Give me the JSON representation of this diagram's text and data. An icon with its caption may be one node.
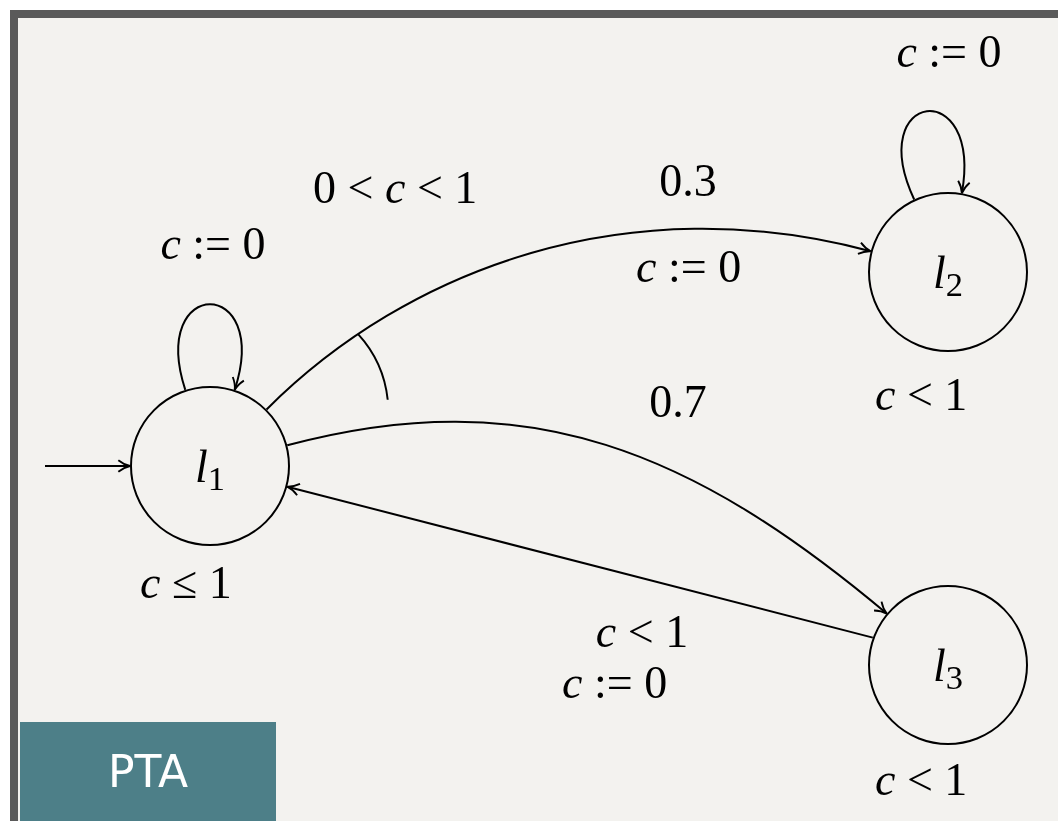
{
  "diagram": {
    "nodes": [
      {
        "text": [
          "*l*$_{1}$"
        ],
        "beside": [
          "*c* ≤ 1"
        ]
      },
      {
        "text": [
          "*l*$_{2}$"
        ],
        "beside": [
          "*c* < 1"
        ]
      },
      {
        "text": [
          "*l*$_{3}$"
        ],
        "beside": [
          "*c* < 1"
        ]
      },
      {
        "text": [
          "PTA"
        ]
      }
    ],
    "edges": [
      {
        "from": null,
        "to": 0,
        "arrow": "to"
      },
      {
        "from": 0,
        "to": 0,
        "arrow": "to",
        "label": "*c* := 0"
      },
      {
        "from": 1,
        "to": 1,
        "arrow": "to",
        "label": "*c* := 0"
      },
      {
        "from": 0,
        "to": 1,
        "arrow": "to",
        "label": "0.3"
      },
      {
        "from": 0,
        "to": 2,
        "arrow": "to",
        "label": "0.7"
      },
      {
        "from": 2,
        "to": 0,
        "arrow": "to",
        "label": "*c* < 1"
      }
    ],
    "labels": [
      "0 < *c* < 1",
      "*c* := 0",
      "*c* := 0"
    ]
  }
}
